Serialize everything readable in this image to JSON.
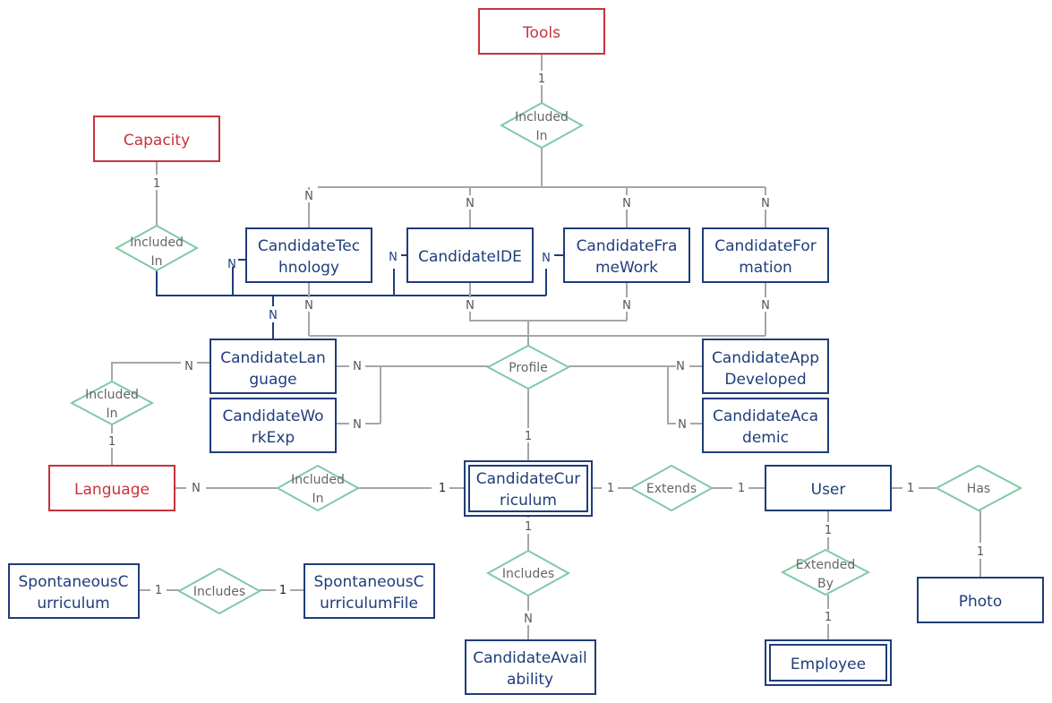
{
  "entities": {
    "tools": [
      "Tools"
    ],
    "capacity": [
      "Capacity"
    ],
    "candidate_technology": [
      "CandidateTec",
      "hnology"
    ],
    "candidate_ide": [
      "CandidateIDE"
    ],
    "candidate_framework": [
      "CandidateFra",
      "meWork"
    ],
    "candidate_formation": [
      "CandidateFor",
      "mation"
    ],
    "candidate_language": [
      "CandidateLan",
      "guage"
    ],
    "candidate_work_exp": [
      "CandidateWo",
      "rkExp"
    ],
    "candidate_app_developed": [
      "CandidateApp",
      "Developed"
    ],
    "candidate_academic": [
      "CandidateAca",
      "demic"
    ],
    "language": [
      "Language"
    ],
    "candidate_curriculum": [
      "CandidateCur",
      "riculum"
    ],
    "user": [
      "User"
    ],
    "spontaneous_curriculum": [
      "SpontaneousC",
      "urriculum"
    ],
    "spontaneous_curriculum_file": [
      "SpontaneousC",
      "urriculumFile"
    ],
    "candidate_availability": [
      "CandidateAvail",
      "ability"
    ],
    "photo": [
      "Photo"
    ],
    "employee": [
      "Employee"
    ]
  },
  "relationships": {
    "tools_included_in": [
      "Included",
      "In"
    ],
    "capacity_included_in": [
      "Included",
      "In"
    ],
    "profile": [
      "Profile"
    ],
    "language_included_in": [
      "Included",
      "In"
    ],
    "curriculum_language_included_in": [
      "Included",
      "In"
    ],
    "extends": [
      "Extends"
    ],
    "has": [
      "Has"
    ],
    "includes_availability": [
      "Includes"
    ],
    "extended_by": [
      "Extended",
      "By"
    ],
    "includes_file": [
      "Includes"
    ]
  },
  "cardinalities": {
    "tools_rel": "1",
    "tech_top": "N",
    "ide_top": "N",
    "framework_top": "N",
    "formation_top": "N",
    "capacity_rel": "1",
    "tech_left": "N",
    "ide_left": "N",
    "framework_left": "N",
    "language_group": "N",
    "tech_bottom": "N",
    "ide_bottom": "N",
    "framework_bottom": "N",
    "formation_bottom": "N",
    "candlang_left": "N",
    "candlang_right": "N",
    "workexp_right": "N",
    "appdev_left": "N",
    "academic_left": "N",
    "language_rel": "1",
    "profile_curriculum": "1",
    "language_entity": "N",
    "curriculum_left": "1",
    "curriculum_right": "1",
    "user_left": "1",
    "user_right": "1",
    "user_bottom": "1",
    "employee_top": "1",
    "photo_top": "1",
    "curriculum_bottom": "1",
    "availability_top": "N",
    "spont_right": "1",
    "spont_file_left": "1"
  },
  "colors": {
    "entity_blue": "#1f3d7a",
    "entity_red": "#c8323c",
    "relationship_green": "#7fcaa5",
    "connector_gray": "#a6a6a6"
  }
}
